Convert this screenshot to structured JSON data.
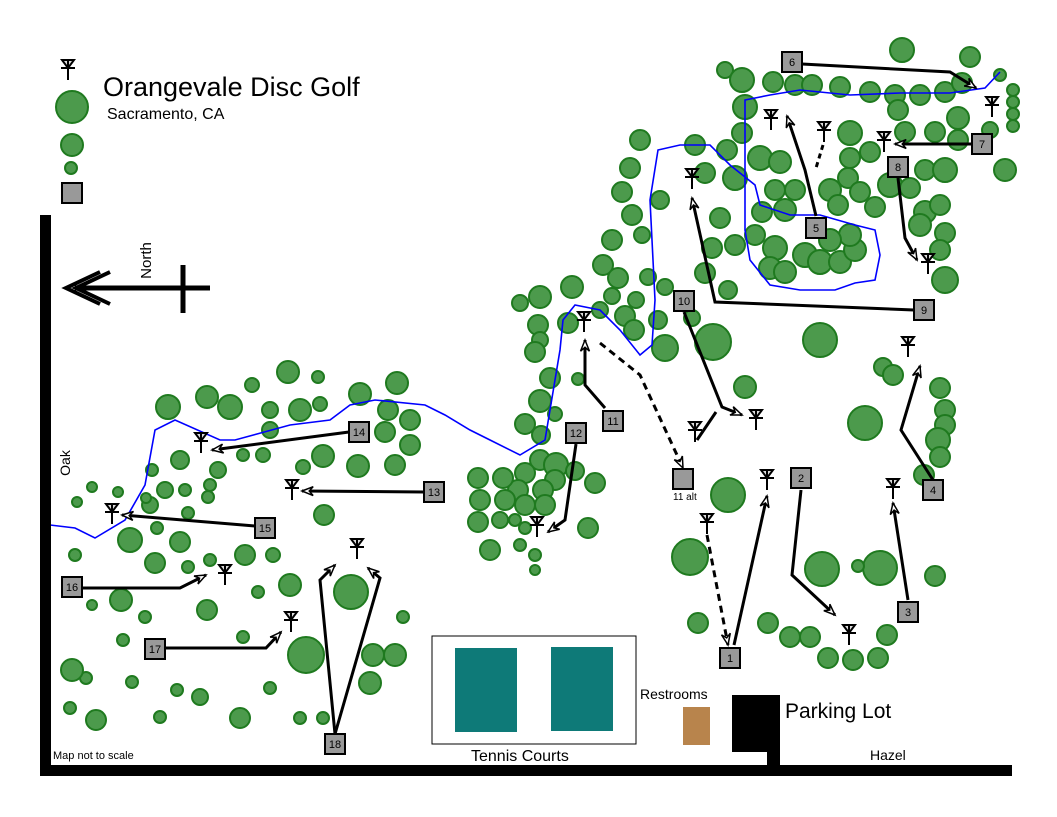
{
  "title": "Orangevale Disc Golf",
  "subtitle": "Sacramento, CA",
  "north_label": "North",
  "streets": {
    "west": "Oak",
    "south": "Hazel"
  },
  "labels": {
    "parking": "Parking Lot",
    "restrooms": "Restrooms",
    "tennis": "Tennis Courts",
    "note": "Map not to scale"
  },
  "holes": [
    "1",
    "2",
    "3",
    "4",
    "5",
    "6",
    "7",
    "8",
    "9",
    "10",
    "11",
    "12",
    "13",
    "14",
    "15",
    "16",
    "17",
    "18"
  ],
  "alt_tee": "11 alt",
  "colors": {
    "tree": "#4c9a4c",
    "tree_edge": "#1f7a1f",
    "creek": "#0000ff",
    "tee": "#999999",
    "court": "#0e7a78",
    "restroom": "#b8844c"
  }
}
